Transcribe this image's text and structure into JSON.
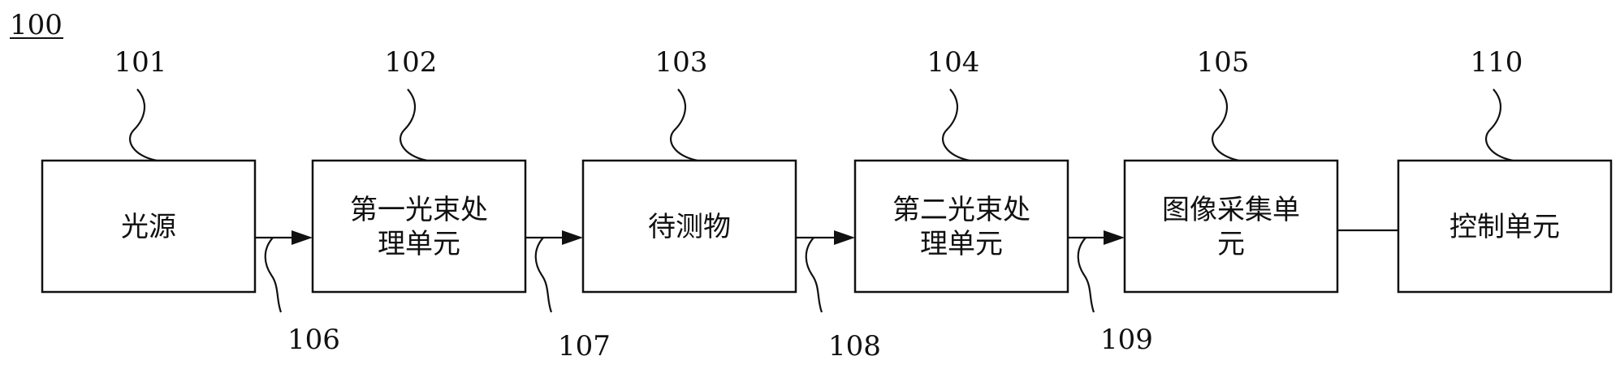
{
  "figure_ref": "100",
  "blocks": [
    {
      "id": "b101",
      "ref": "101",
      "lines": [
        "光源"
      ]
    },
    {
      "id": "b102",
      "ref": "102",
      "lines": [
        "第一光束处",
        "理单元"
      ]
    },
    {
      "id": "b103",
      "ref": "103",
      "lines": [
        "待测物"
      ]
    },
    {
      "id": "b104",
      "ref": "104",
      "lines": [
        "第二光束处",
        "理单元"
      ]
    },
    {
      "id": "b105",
      "ref": "105",
      "lines": [
        "图像采集单",
        "元"
      ]
    },
    {
      "id": "b110",
      "ref": "110",
      "lines": [
        "控制单元"
      ]
    }
  ],
  "paths": [
    {
      "ref": "106",
      "from": "b101",
      "to": "b102",
      "arrow": true
    },
    {
      "ref": "107",
      "from": "b102",
      "to": "b103",
      "arrow": true
    },
    {
      "ref": "108",
      "from": "b103",
      "to": "b104",
      "arrow": true
    },
    {
      "ref": "109",
      "from": "b104",
      "to": "b105",
      "arrow": true
    },
    {
      "ref": "",
      "from": "b105",
      "to": "b110",
      "arrow": false
    }
  ]
}
